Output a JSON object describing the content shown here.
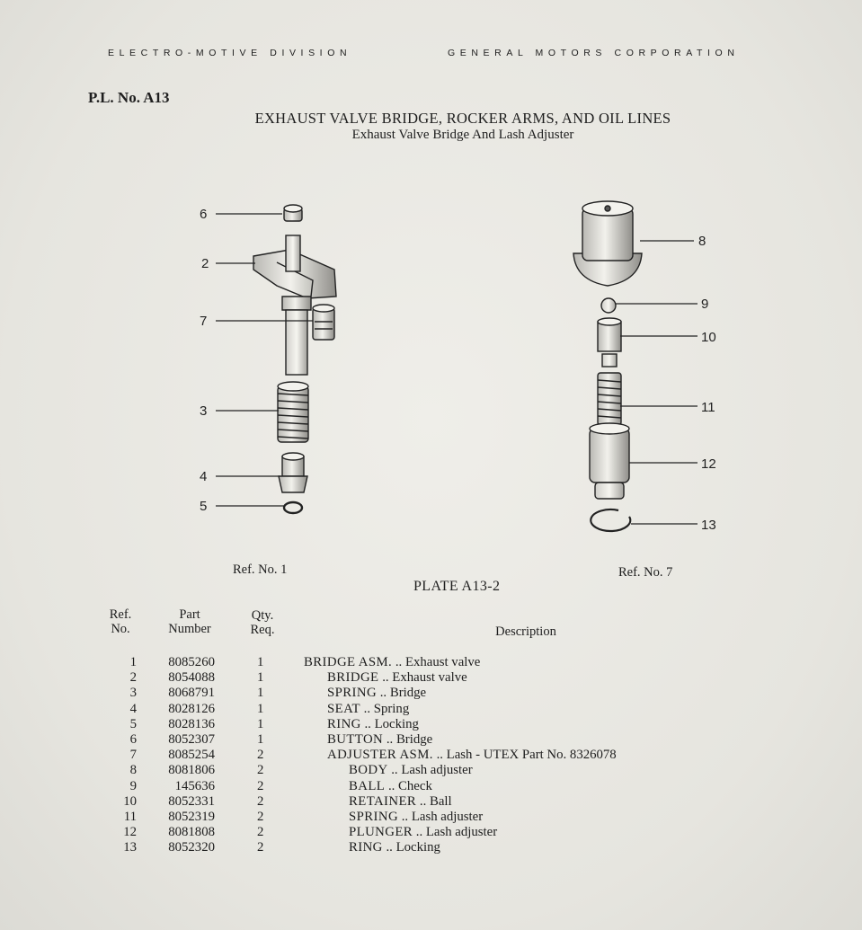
{
  "letterhead": {
    "division": "ELECTRO-MOTIVE DIVISION",
    "corporation": "GENERAL MOTORS CORPORATION"
  },
  "pl_number": "P.L. No. A13",
  "title": "EXHAUST VALVE BRIDGE, ROCKER ARMS, AND OIL LINES",
  "subtitle": "Exhaust Valve Bridge And Lash Adjuster",
  "figure": {
    "left_caption": "Ref. No. 1",
    "right_caption": "Ref. No. 7",
    "plate_label": "PLATE A13-2",
    "callouts": [
      "6",
      "2",
      "7",
      "3",
      "4",
      "5",
      "8",
      "9",
      "10",
      "11",
      "12",
      "13"
    ]
  },
  "table": {
    "headers": {
      "ref_line1": "Ref.",
      "ref_line2": "No.",
      "part_line1": "Part",
      "part_line2": "Number",
      "qty_line1": "Qty.",
      "qty_line2": "Req.",
      "description": "Description"
    },
    "rows": [
      {
        "ref": "1",
        "part": "8085260",
        "qty": "1",
        "level": 0,
        "name": "BRIDGE ASM.",
        "detail": ".. Exhaust valve"
      },
      {
        "ref": "2",
        "part": "8054088",
        "qty": "1",
        "level": 1,
        "name": "BRIDGE",
        "detail": ".. Exhaust valve"
      },
      {
        "ref": "3",
        "part": "8068791",
        "qty": "1",
        "level": 1,
        "name": "SPRING",
        "detail": ".. Bridge"
      },
      {
        "ref": "4",
        "part": "8028126",
        "qty": "1",
        "level": 1,
        "name": "SEAT",
        "detail": ".. Spring"
      },
      {
        "ref": "5",
        "part": "8028136",
        "qty": "1",
        "level": 1,
        "name": "RING",
        "detail": ".. Locking"
      },
      {
        "ref": "6",
        "part": "8052307",
        "qty": "1",
        "level": 1,
        "name": "BUTTON",
        "detail": ".. Bridge"
      },
      {
        "ref": "7",
        "part": "8085254",
        "qty": "2",
        "level": 1,
        "name": "ADJUSTER ASM.",
        "detail": ".. Lash - UTEX Part No. 8326078"
      },
      {
        "ref": "8",
        "part": "8081806",
        "qty": "2",
        "level": 2,
        "name": "BODY",
        "detail": ".. Lash adjuster"
      },
      {
        "ref": "9",
        "part": "145636",
        "qty": "2",
        "level": 2,
        "name": "BALL",
        "detail": ".. Check"
      },
      {
        "ref": "10",
        "part": "8052331",
        "qty": "2",
        "level": 2,
        "name": "RETAINER",
        "detail": ".. Ball"
      },
      {
        "ref": "11",
        "part": "8052319",
        "qty": "2",
        "level": 2,
        "name": "SPRING",
        "detail": ".. Lash adjuster"
      },
      {
        "ref": "12",
        "part": "8081808",
        "qty": "2",
        "level": 2,
        "name": "PLUNGER",
        "detail": ".. Lash adjuster"
      },
      {
        "ref": "13",
        "part": "8052320",
        "qty": "2",
        "level": 2,
        "name": "RING",
        "detail": ".. Locking"
      }
    ]
  }
}
